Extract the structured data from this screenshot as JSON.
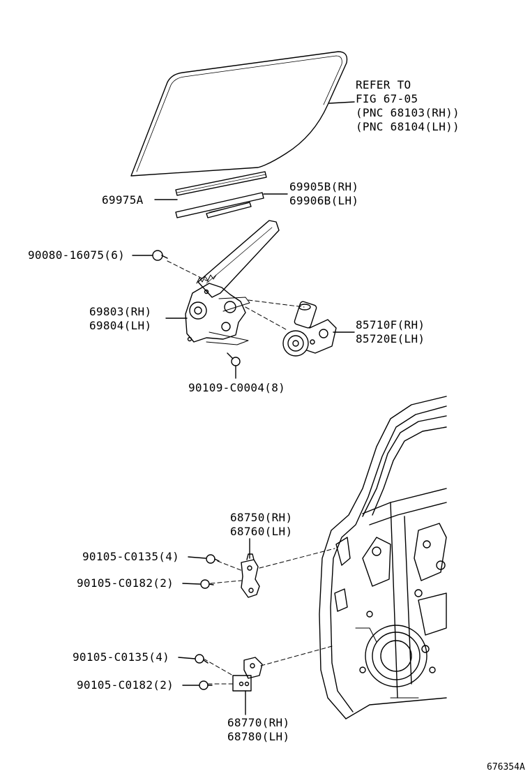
{
  "labels": {
    "refer": {
      "line1": "REFER TO",
      "line2": "FIG 67-05",
      "line3": "(PNC 68103(RH))",
      "line4": "(PNC 68104(LH))"
    },
    "p69975a": "69975A",
    "p69905b": "69905B(RH)",
    "p69906b": "69906B(LH)",
    "p90080": "90080-16075(6)",
    "p69803": "69803(RH)",
    "p69804": "69804(LH)",
    "p85710f": "85710F(RH)",
    "p85720e": "85720E(LH)",
    "p90109": "90109-C0004(8)",
    "p68750": "68750(RH)",
    "p68760": "68760(LH)",
    "p90105_c0135_a": "90105-C0135(4)",
    "p90105_c0182_a": "90105-C0182(2)",
    "p90105_c0135_b": "90105-C0135(4)",
    "p90105_c0182_b": "90105-C0182(2)",
    "p68770": "68770(RH)",
    "p68780": "68780(LH)",
    "figure_id": "676354A"
  }
}
